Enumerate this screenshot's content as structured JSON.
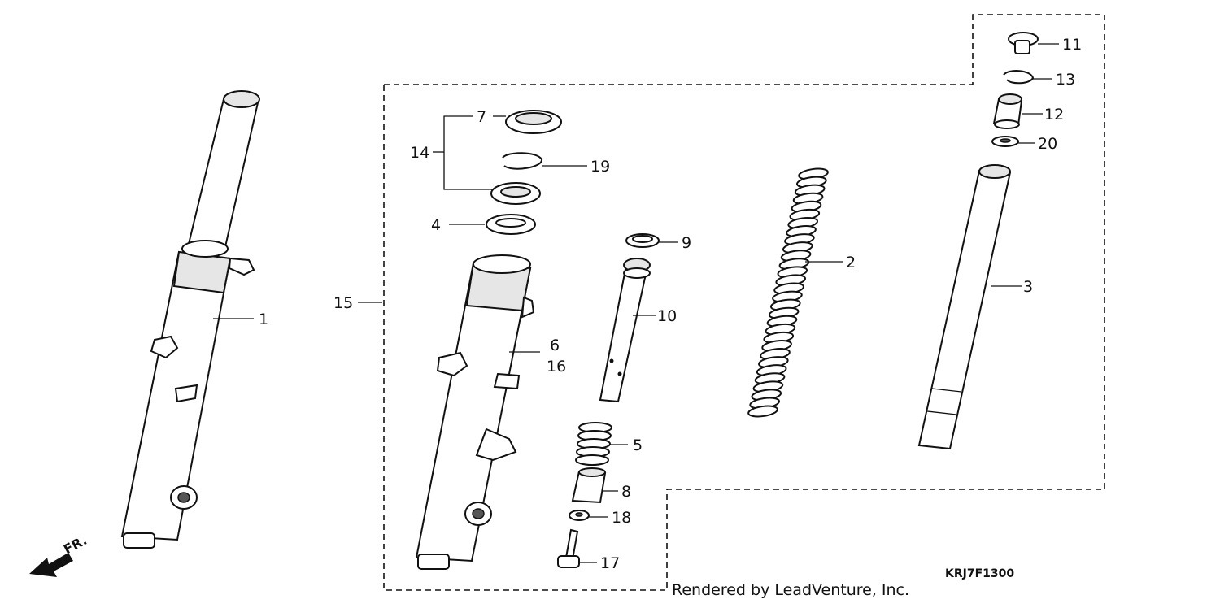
{
  "callouts": {
    "c1": "1",
    "c2": "2",
    "c3": "3",
    "c4": "4",
    "c5": "5",
    "c6": "6",
    "c7": "7",
    "c8": "8",
    "c9": "9",
    "c10": "10",
    "c11": "11",
    "c12": "12",
    "c13": "13",
    "c14": "14",
    "c15": "15",
    "c16": "16",
    "c17": "17",
    "c18": "18",
    "c19": "19",
    "c20": "20"
  },
  "direction_label": "FR.",
  "credit": "Rendered by LeadVenture, Inc.",
  "diagram_code": "KRJ7F1300",
  "colors": {
    "ink": "#111111",
    "background": "#ffffff"
  }
}
